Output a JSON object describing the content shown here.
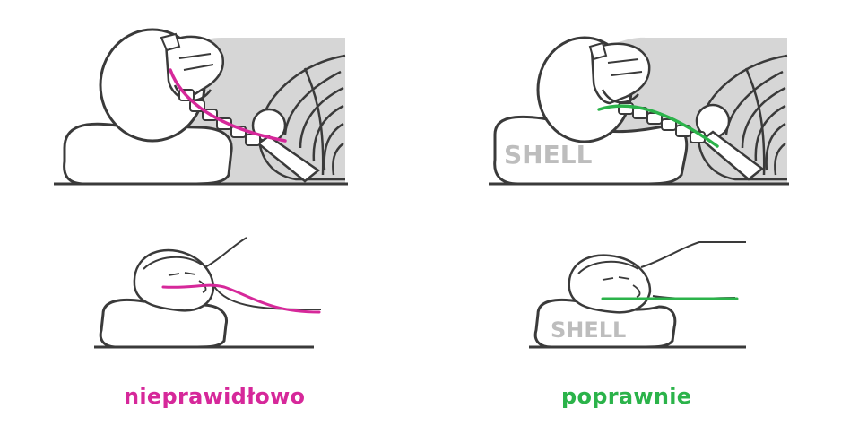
{
  "labels": {
    "incorrect": "nieprawidłowo",
    "correct": "poprawnie"
  },
  "brand": {
    "text": "SHELL"
  },
  "colors": {
    "incorrect": "#d6289a",
    "correct": "#2bb34a",
    "outline": "#3a3a3a",
    "shadow": "#d6d6d6",
    "pillow": "#ffffff",
    "brand_text": "#bdbdbd"
  }
}
